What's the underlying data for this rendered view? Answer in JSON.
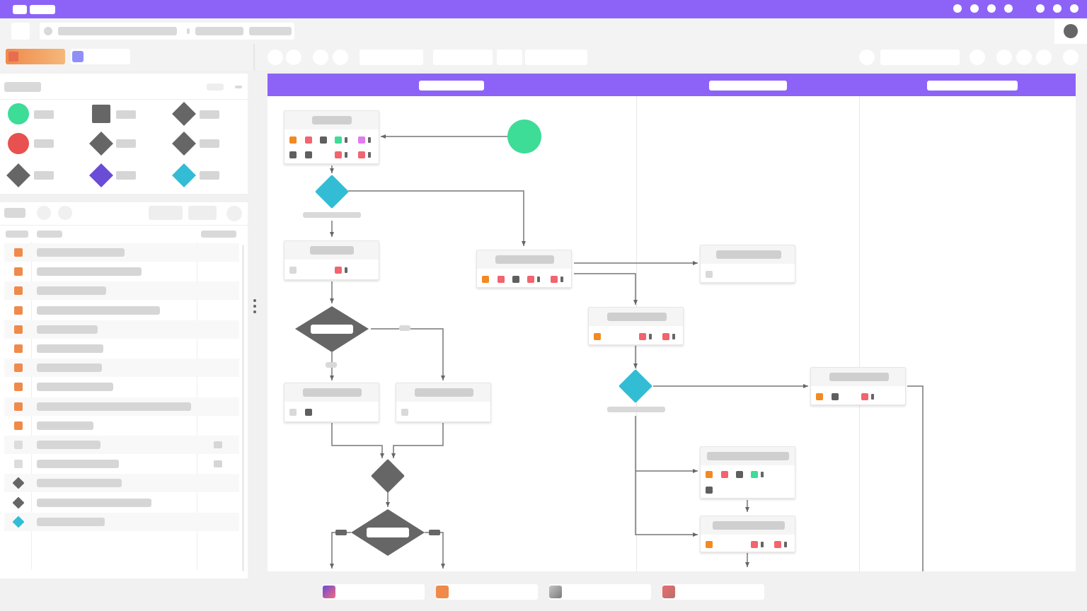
{
  "app": {
    "title": "",
    "brand_color": "#8d63f7"
  },
  "topbar": {
    "window_controls": [
      "minimize",
      "maximize",
      "close"
    ],
    "menu_dots_count": 7
  },
  "address": {
    "tab_label": "",
    "breadcrumb": [
      "",
      ""
    ]
  },
  "toolbar": {
    "zoom_value": "",
    "search_placeholder": ""
  },
  "palette": {
    "heading": "",
    "shapes": [
      {
        "icon": "start-event-icon",
        "color": "#3ddc97",
        "label": ""
      },
      {
        "icon": "task-icon",
        "color": "#666666",
        "label": ""
      },
      {
        "icon": "gateway-icon",
        "color": "#666666",
        "label": ""
      },
      {
        "icon": "end-event-icon",
        "color": "#e8514f",
        "label": ""
      },
      {
        "icon": "gateway-icon",
        "color": "#666666",
        "label": ""
      },
      {
        "icon": "gateway-icon",
        "color": "#666666",
        "label": ""
      },
      {
        "icon": "gateway-icon",
        "color": "#666666",
        "label": ""
      },
      {
        "icon": "gateway-icon",
        "color": "#6a4cd6",
        "label": ""
      },
      {
        "icon": "gateway-icon",
        "color": "#33bdd4",
        "label": ""
      }
    ]
  },
  "list": {
    "columns": [
      "",
      "",
      ""
    ],
    "rows": [
      {
        "icon": "task-icon",
        "color": "#f08a4b",
        "label": ""
      },
      {
        "icon": "task-icon",
        "color": "#f08a4b",
        "label": ""
      },
      {
        "icon": "task-icon",
        "color": "#f08a4b",
        "label": ""
      },
      {
        "icon": "task-icon",
        "color": "#f08a4b",
        "label": ""
      },
      {
        "icon": "task-icon",
        "color": "#f08a4b",
        "label": ""
      },
      {
        "icon": "task-icon",
        "color": "#f08a4b",
        "label": ""
      },
      {
        "icon": "task-icon",
        "color": "#f08a4b",
        "label": ""
      },
      {
        "icon": "task-icon",
        "color": "#f08a4b",
        "label": ""
      },
      {
        "icon": "task-icon",
        "color": "#f08a4b",
        "label": ""
      },
      {
        "icon": "task-icon",
        "color": "#f08a4b",
        "label": ""
      },
      {
        "icon": "task-icon",
        "color": "#dcdcdc",
        "label": ""
      },
      {
        "icon": "task-icon",
        "color": "#dcdcdc",
        "label": ""
      },
      {
        "icon": "gateway-icon",
        "color": "#666666",
        "label": ""
      },
      {
        "icon": "gateway-icon",
        "color": "#666666",
        "label": ""
      },
      {
        "icon": "gateway-icon",
        "color": "#33bdd4",
        "label": ""
      }
    ]
  },
  "canvas": {
    "lanes": [
      "",
      "",
      ""
    ],
    "colors": {
      "orange": "#f28a22",
      "red": "#f2646e",
      "dark": "#5f5f5f",
      "green": "#3ddc97",
      "pink": "#e27af0",
      "cyan": "#33bdd4",
      "light": "#d9d9d9"
    }
  },
  "legend": [
    {
      "color_from": "#6a4cd6",
      "color_to": "#f26a7d",
      "label": ""
    },
    {
      "color_from": "#f08a4b",
      "color_to": "#f08a4b",
      "label": ""
    },
    {
      "color_from": "#9a9a9a",
      "color_to": "#9a9a9a",
      "label": ""
    },
    {
      "color_from": "#e96d6d",
      "color_to": "#b86f6f",
      "label": ""
    }
  ]
}
